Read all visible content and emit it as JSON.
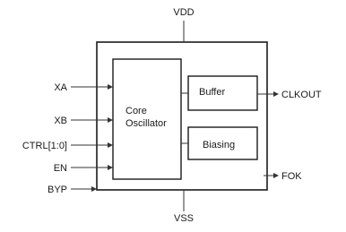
{
  "supply": {
    "top": "VDD",
    "bottom": "VSS"
  },
  "inputs": [
    "XA",
    "XB",
    "CTRL[1:0]",
    "EN",
    "BYP"
  ],
  "blocks": {
    "core_line1": "Core",
    "core_line2": "Oscillator",
    "buffer": "Buffer",
    "biasing": "Biasing"
  },
  "outputs": [
    "CLKOUT",
    "FOK"
  ]
}
